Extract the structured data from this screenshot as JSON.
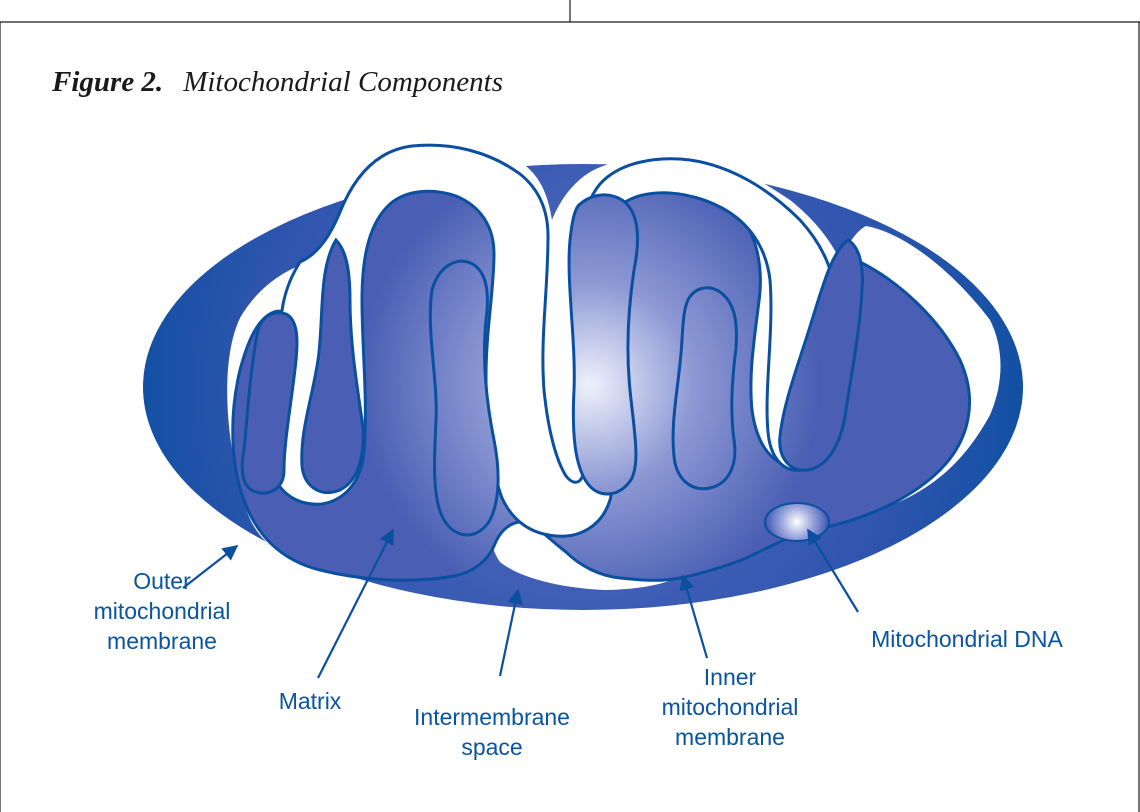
{
  "figure": {
    "number": "Figure 2.",
    "title": "Mitochondrial Components"
  },
  "labels": {
    "outer_line1": "Outer",
    "outer_line2": "mitochondrial",
    "outer_line3": "membrane",
    "matrix": "Matrix",
    "intermembrane_line1": "Intermembrane",
    "intermembrane_line2": "space",
    "inner_line1": "Inner",
    "inner_line2": "mitochondrial",
    "inner_line3": "membrane",
    "dna": "Mitochondrial DNA"
  },
  "colors": {
    "membrane_blue": "#0a4fa0",
    "label_blue": "#0a54a0",
    "highlight": "#eef1fb"
  }
}
